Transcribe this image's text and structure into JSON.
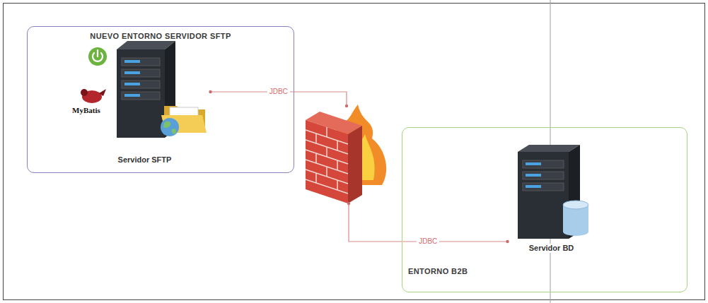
{
  "diagram": {
    "nodes": [
      {
        "text": [
          "NUEVO ENTORNO SERVIDOR SFTP"
        ]
      },
      {
        "text": [
          "Servidor SFTP"
        ],
        "in": 0
      },
      {
        "text": []
      },
      {
        "text": [
          "ENTORNO B2B"
        ]
      },
      {
        "text": [
          "Servidor BD"
        ],
        "in": 3
      }
    ],
    "edges": [
      {
        "from": 1,
        "to": 2,
        "arrow": "none",
        "label": "JDBC"
      },
      {
        "from": 2,
        "to": 4,
        "arrow": "none",
        "label": "JDBC"
      }
    ],
    "labels": [
      "MyBatis"
    ]
  }
}
